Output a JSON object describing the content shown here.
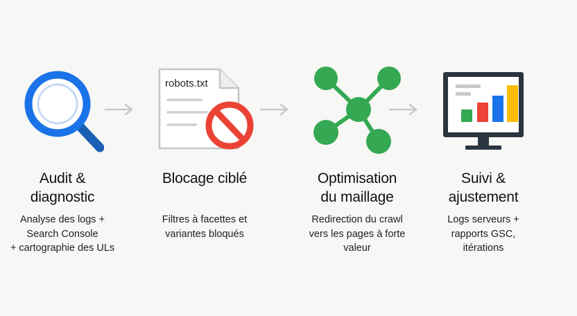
{
  "steps": [
    {
      "title": [
        "Audit &",
        "diagnostic"
      ],
      "description": [
        "Analyse des logs +",
        "Search Console",
        "+ cartographie des ULs"
      ],
      "icon": "magnifier-icon"
    },
    {
      "title": [
        "Blocage ciblé"
      ],
      "description": [
        "Filtres à facettes et",
        "variantes bloqués"
      ],
      "icon": "blocked-document-icon",
      "file_label": "robots.txt"
    },
    {
      "title": [
        "Optimisation",
        "du maillage"
      ],
      "description": [
        "Redirection du crawl",
        "vers les pages à forte",
        "valeur"
      ],
      "icon": "network-icon"
    },
    {
      "title": [
        "Suivi &",
        "ajustement"
      ],
      "description": [
        "Logs serveurs +",
        "rapports GSC,",
        "itérations"
      ],
      "icon": "monitor-chart-icon"
    }
  ],
  "colors": {
    "blue": "#1a73e8",
    "red": "#ea4335",
    "green": "#34a853",
    "yellow": "#fbbc04",
    "dark": "#2b3540",
    "arrow": "#c9c9c9"
  }
}
